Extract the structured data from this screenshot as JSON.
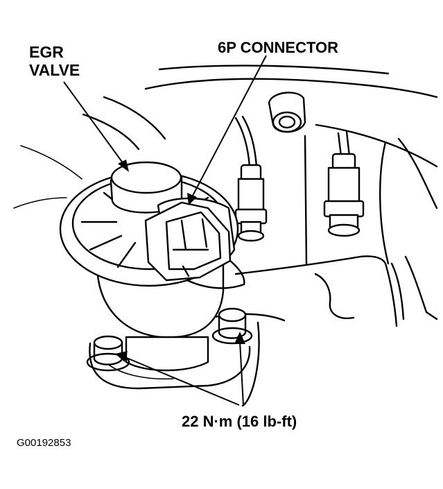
{
  "labels": {
    "egr_valve": "EGR\nVALVE",
    "connector": "6P CONNECTOR",
    "torque": "22 N·m (16 lb-ft)",
    "figure_id": "G00192853"
  },
  "colors": {
    "ink": "#000000",
    "paper": "#ffffff"
  }
}
